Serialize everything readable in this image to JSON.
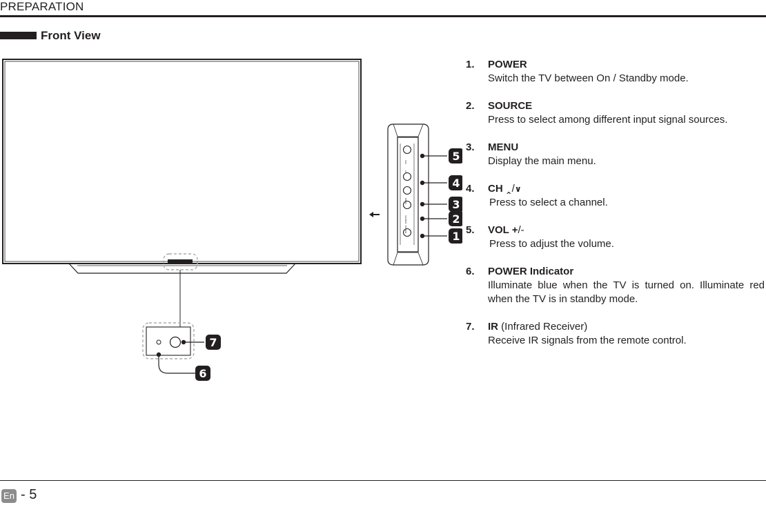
{
  "header": {
    "title": "PREPARATION"
  },
  "section": {
    "title": "Front View"
  },
  "callouts": [
    "1",
    "2",
    "3",
    "4",
    "5",
    "6",
    "7"
  ],
  "panel_labels": [
    "POWER",
    "SOURCE",
    "MENU",
    "CH",
    "VOL"
  ],
  "items": [
    {
      "num": "1.",
      "title": "POWER",
      "desc": "Switch the TV between On / Standby mode."
    },
    {
      "num": "2.",
      "title": "SOURCE",
      "desc": "Press to select among different input signal sources."
    },
    {
      "num": "3.",
      "title": "MENU",
      "desc": "Display the main menu."
    },
    {
      "num": "4.",
      "title": "CH",
      "title_suffix": "/",
      "desc": "Press to select a channel."
    },
    {
      "num": "5.",
      "title": "VOL +",
      "title_suffix": "/-",
      "desc": "Press to adjust the volume."
    },
    {
      "num": "6.",
      "title": "POWER Indicator",
      "desc": "Illuminate blue when the TV is turned on. Illuminate red when the TV is in standby mode."
    },
    {
      "num": "7.",
      "title": "IR",
      "title_suffix": " (Infrared Receiver)",
      "desc": "Receive IR signals from the remote control."
    }
  ],
  "footer": {
    "lang": "En",
    "page": "- 5"
  },
  "colors": {
    "ink": "#231f20",
    "badge": "#8c8c8c",
    "dash": "#aaaaaa"
  }
}
